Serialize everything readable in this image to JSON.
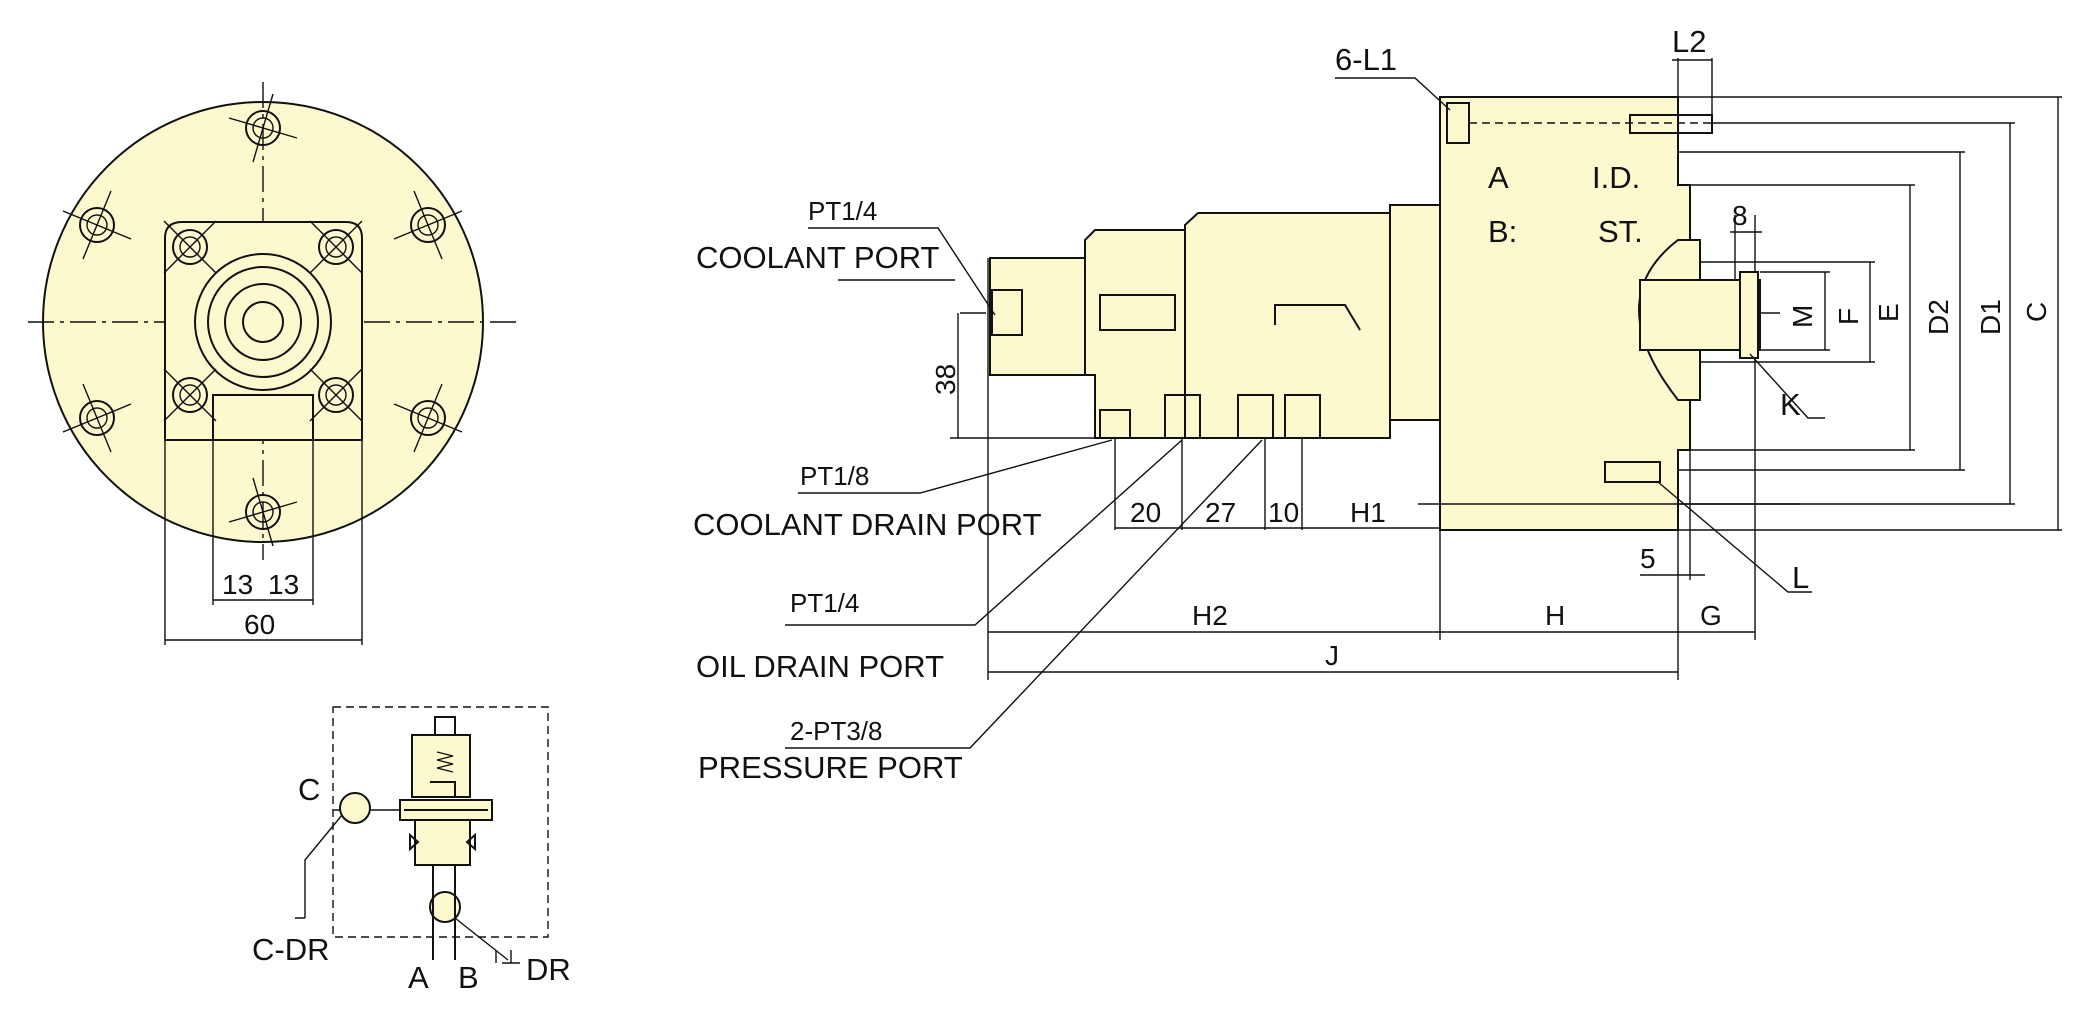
{
  "front_view": {
    "dims": {
      "d13a": "13",
      "d13b": "13",
      "d60": "60"
    }
  },
  "schematic": {
    "labels": {
      "c": "C",
      "c_dr": "C-DR",
      "a": "A",
      "b": "B",
      "dr": "DR"
    }
  },
  "side_view": {
    "ports": [
      {
        "thread": "PT1/4",
        "name": "COOLANT PORT"
      },
      {
        "thread": "PT1/8",
        "name": "COOLANT DRAIN PORT"
      },
      {
        "thread": "PT1/4",
        "name": "OIL DRAIN PORT"
      },
      {
        "thread": "2-PT3/8",
        "name": "PRESSURE PORT"
      }
    ],
    "callouts": {
      "bolt": "6-L1",
      "l2": "L2",
      "k": "K",
      "l": "L"
    },
    "body_text": {
      "a": "A",
      "id": "I.D.",
      "b": "B:",
      "st": "ST."
    },
    "dims": {
      "d38": "38",
      "d20": "20",
      "d27": "27",
      "d10": "10",
      "h1": "H1",
      "h2": "H2",
      "h": "H",
      "g": "G",
      "j": "J",
      "d5": "5",
      "d8": "8",
      "m": "M",
      "f": "F",
      "e": "E",
      "d2": "D2",
      "d1": "D1",
      "c": "C"
    }
  }
}
